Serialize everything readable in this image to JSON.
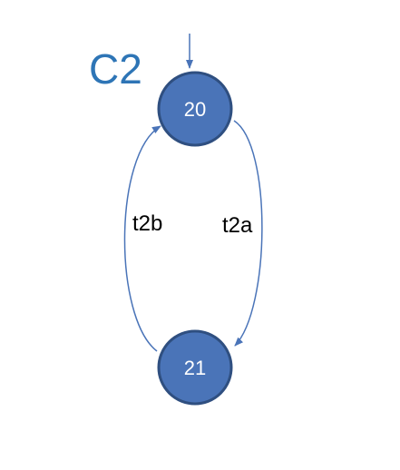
{
  "diagram": {
    "type": "state-machine",
    "title": "C2",
    "states": [
      {
        "id": "s20",
        "label": "20",
        "initial": true
      },
      {
        "id": "s21",
        "label": "21",
        "initial": false
      }
    ],
    "transitions": [
      {
        "from": "20",
        "to": "21",
        "label": "t2a"
      },
      {
        "from": "21",
        "to": "20",
        "label": "t2b"
      }
    ]
  },
  "colors": {
    "title": "#2E75B6",
    "node_fill": "#4A74B8",
    "node_stroke": "#2F4F80",
    "node_text": "#FFFFFF",
    "edge": "#4A74B8",
    "label_text": "#000000"
  }
}
